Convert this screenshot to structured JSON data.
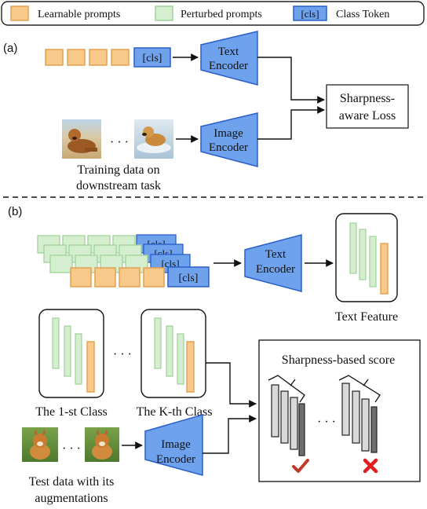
{
  "legend": {
    "learnable": "Learnable prompts",
    "perturbed": "Perturbed prompts",
    "cls_swatch": "[cls]",
    "cls": "Class Token"
  },
  "panel_a": {
    "label": "(a)",
    "cls_token": "[cls]",
    "text_encoder": [
      "Text",
      "Encoder"
    ],
    "image_encoder": [
      "Image",
      "Encoder"
    ],
    "loss": [
      "Sharpness-",
      "aware Loss"
    ],
    "ellipsis": "· · ·",
    "training_caption": [
      "Training data on",
      "downstream task"
    ]
  },
  "panel_b": {
    "label": "(b)",
    "cls_tokens": [
      "[cls]",
      "[cls]",
      "[cls]",
      "[cls]"
    ],
    "text_encoder": [
      "Text",
      "Encoder"
    ],
    "text_feature": "Text Feature",
    "class_1": "The 1-st Class",
    "class_k": "The K-th Class",
    "class_ellipsis": "· · ·",
    "image_encoder": [
      "Image",
      "Encoder"
    ],
    "image_ellipsis": "· · ·",
    "test_caption": [
      "Test data with its",
      "augmentations"
    ],
    "score_title": "Sharpness-based score",
    "score_ellipsis": "· · ·"
  },
  "colors": {
    "learnable_fill": "#f9c98a",
    "learnable_stroke": "#e2a04f",
    "perturbed_fill": "#d4eecf",
    "perturbed_stroke": "#9fd29a",
    "cls_fill": "#6ea2ec",
    "cls_stroke": "#2b5fc7",
    "encoder_fill": "#6ea2ec",
    "encoder_stroke": "#2b5fc7",
    "bar_gray": "#d9d9d9",
    "bar_dark": "#6e6e6e",
    "check": "#c0392b",
    "cross": "#e02020"
  }
}
